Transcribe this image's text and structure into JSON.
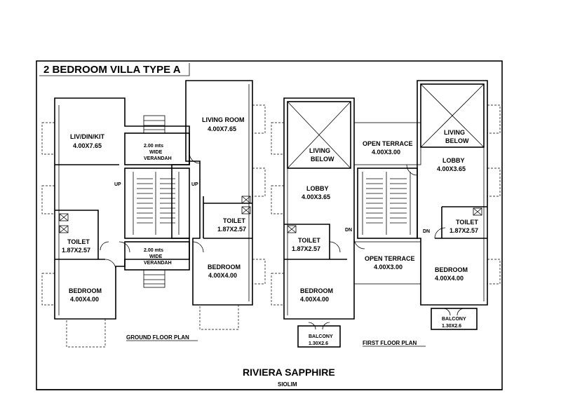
{
  "title": "2 BEDROOM VILLA TYPE A",
  "project_name": "RIVIERA SAPPHIRE",
  "location": "SIOLIM",
  "ground_floor": {
    "label": "GROUND FLOOR PLAN",
    "liv_din_kit": {
      "name": "LIV/DIN/KIT",
      "dim": "4.00X7.65"
    },
    "living_room": {
      "name": "LIVING ROOM",
      "dim": "4.00X7.65"
    },
    "verandah_top": {
      "line1": "2.00 mts",
      "line2": "WIDE",
      "line3": "VERANDAH"
    },
    "verandah_bottom": {
      "line1": "2.00 mts",
      "line2": "WIDE",
      "line3": "VERANDAH"
    },
    "toilet_left": {
      "name": "TOILET",
      "dim": "1.87X2.57"
    },
    "toilet_right": {
      "name": "TOILET",
      "dim": "1.87X2.57"
    },
    "bedroom_left": {
      "name": "BEDROOM",
      "dim": "4.00X4.00"
    },
    "bedroom_right": {
      "name": "BEDROOM",
      "dim": "4.00X4.00"
    },
    "up_left": "UP",
    "up_right": "UP"
  },
  "first_floor": {
    "label": "FIRST FLOOR PLAN",
    "living_below_left": {
      "line1": "LIVING",
      "line2": "BELOW"
    },
    "living_below_right": {
      "line1": "LIVING",
      "line2": "BELOW"
    },
    "open_terrace_top": {
      "name": "OPEN TERRACE",
      "dim": "4.00X3.00"
    },
    "open_terrace_bottom": {
      "name": "OPEN TERRACE",
      "dim": "4.00X3.00"
    },
    "lobby_left": {
      "name": "LOBBY",
      "dim": "4.00X3.65"
    },
    "lobby_right": {
      "name": "LOBBY",
      "dim": "4.00X3.65"
    },
    "toilet_left": {
      "name": "TOILET",
      "dim": "1.87X2.57"
    },
    "toilet_right": {
      "name": "TOILET",
      "dim": "1.87X2.57"
    },
    "bedroom_left": {
      "name": "BEDROOM",
      "dim": "4.00X4.00"
    },
    "bedroom_right": {
      "name": "BEDROOM",
      "dim": "4.00X4.00"
    },
    "balcony_left": {
      "name": "BALCONY",
      "dim": "1.30X2.6"
    },
    "balcony_right": {
      "name": "BALCONY",
      "dim": "1.30X2.6"
    },
    "dn_left": "DN",
    "dn_right": "DN"
  }
}
